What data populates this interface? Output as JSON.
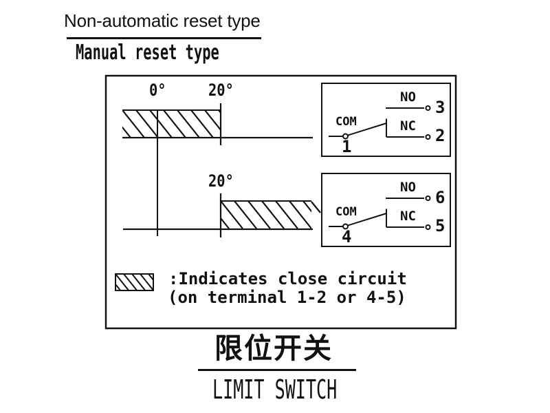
{
  "header": {
    "title_top": "Non-automatic reset type",
    "title_main": "Manual reset type"
  },
  "diagram": {
    "top_graph": {
      "deg0": "0°",
      "deg20": "20°"
    },
    "bottom_graph": {
      "deg20": "20°"
    },
    "switch1": {
      "com_label": "COM",
      "no_label": "NO",
      "nc_label": "NC",
      "com_terminal": "1",
      "no_terminal": "3",
      "nc_terminal": "2"
    },
    "switch2": {
      "com_label": "COM",
      "no_label": "NO",
      "nc_label": "NC",
      "com_terminal": "4",
      "no_terminal": "6",
      "nc_terminal": "5"
    },
    "legend": {
      "line1": ":Indicates close circuit",
      "line2": "(on terminal 1-2 or 4-5)"
    }
  },
  "footer": {
    "title_cn": "限位开关",
    "title_en": "LIMIT SWITCH"
  },
  "colors": {
    "ink": "#111111",
    "background": "#ffffff"
  }
}
